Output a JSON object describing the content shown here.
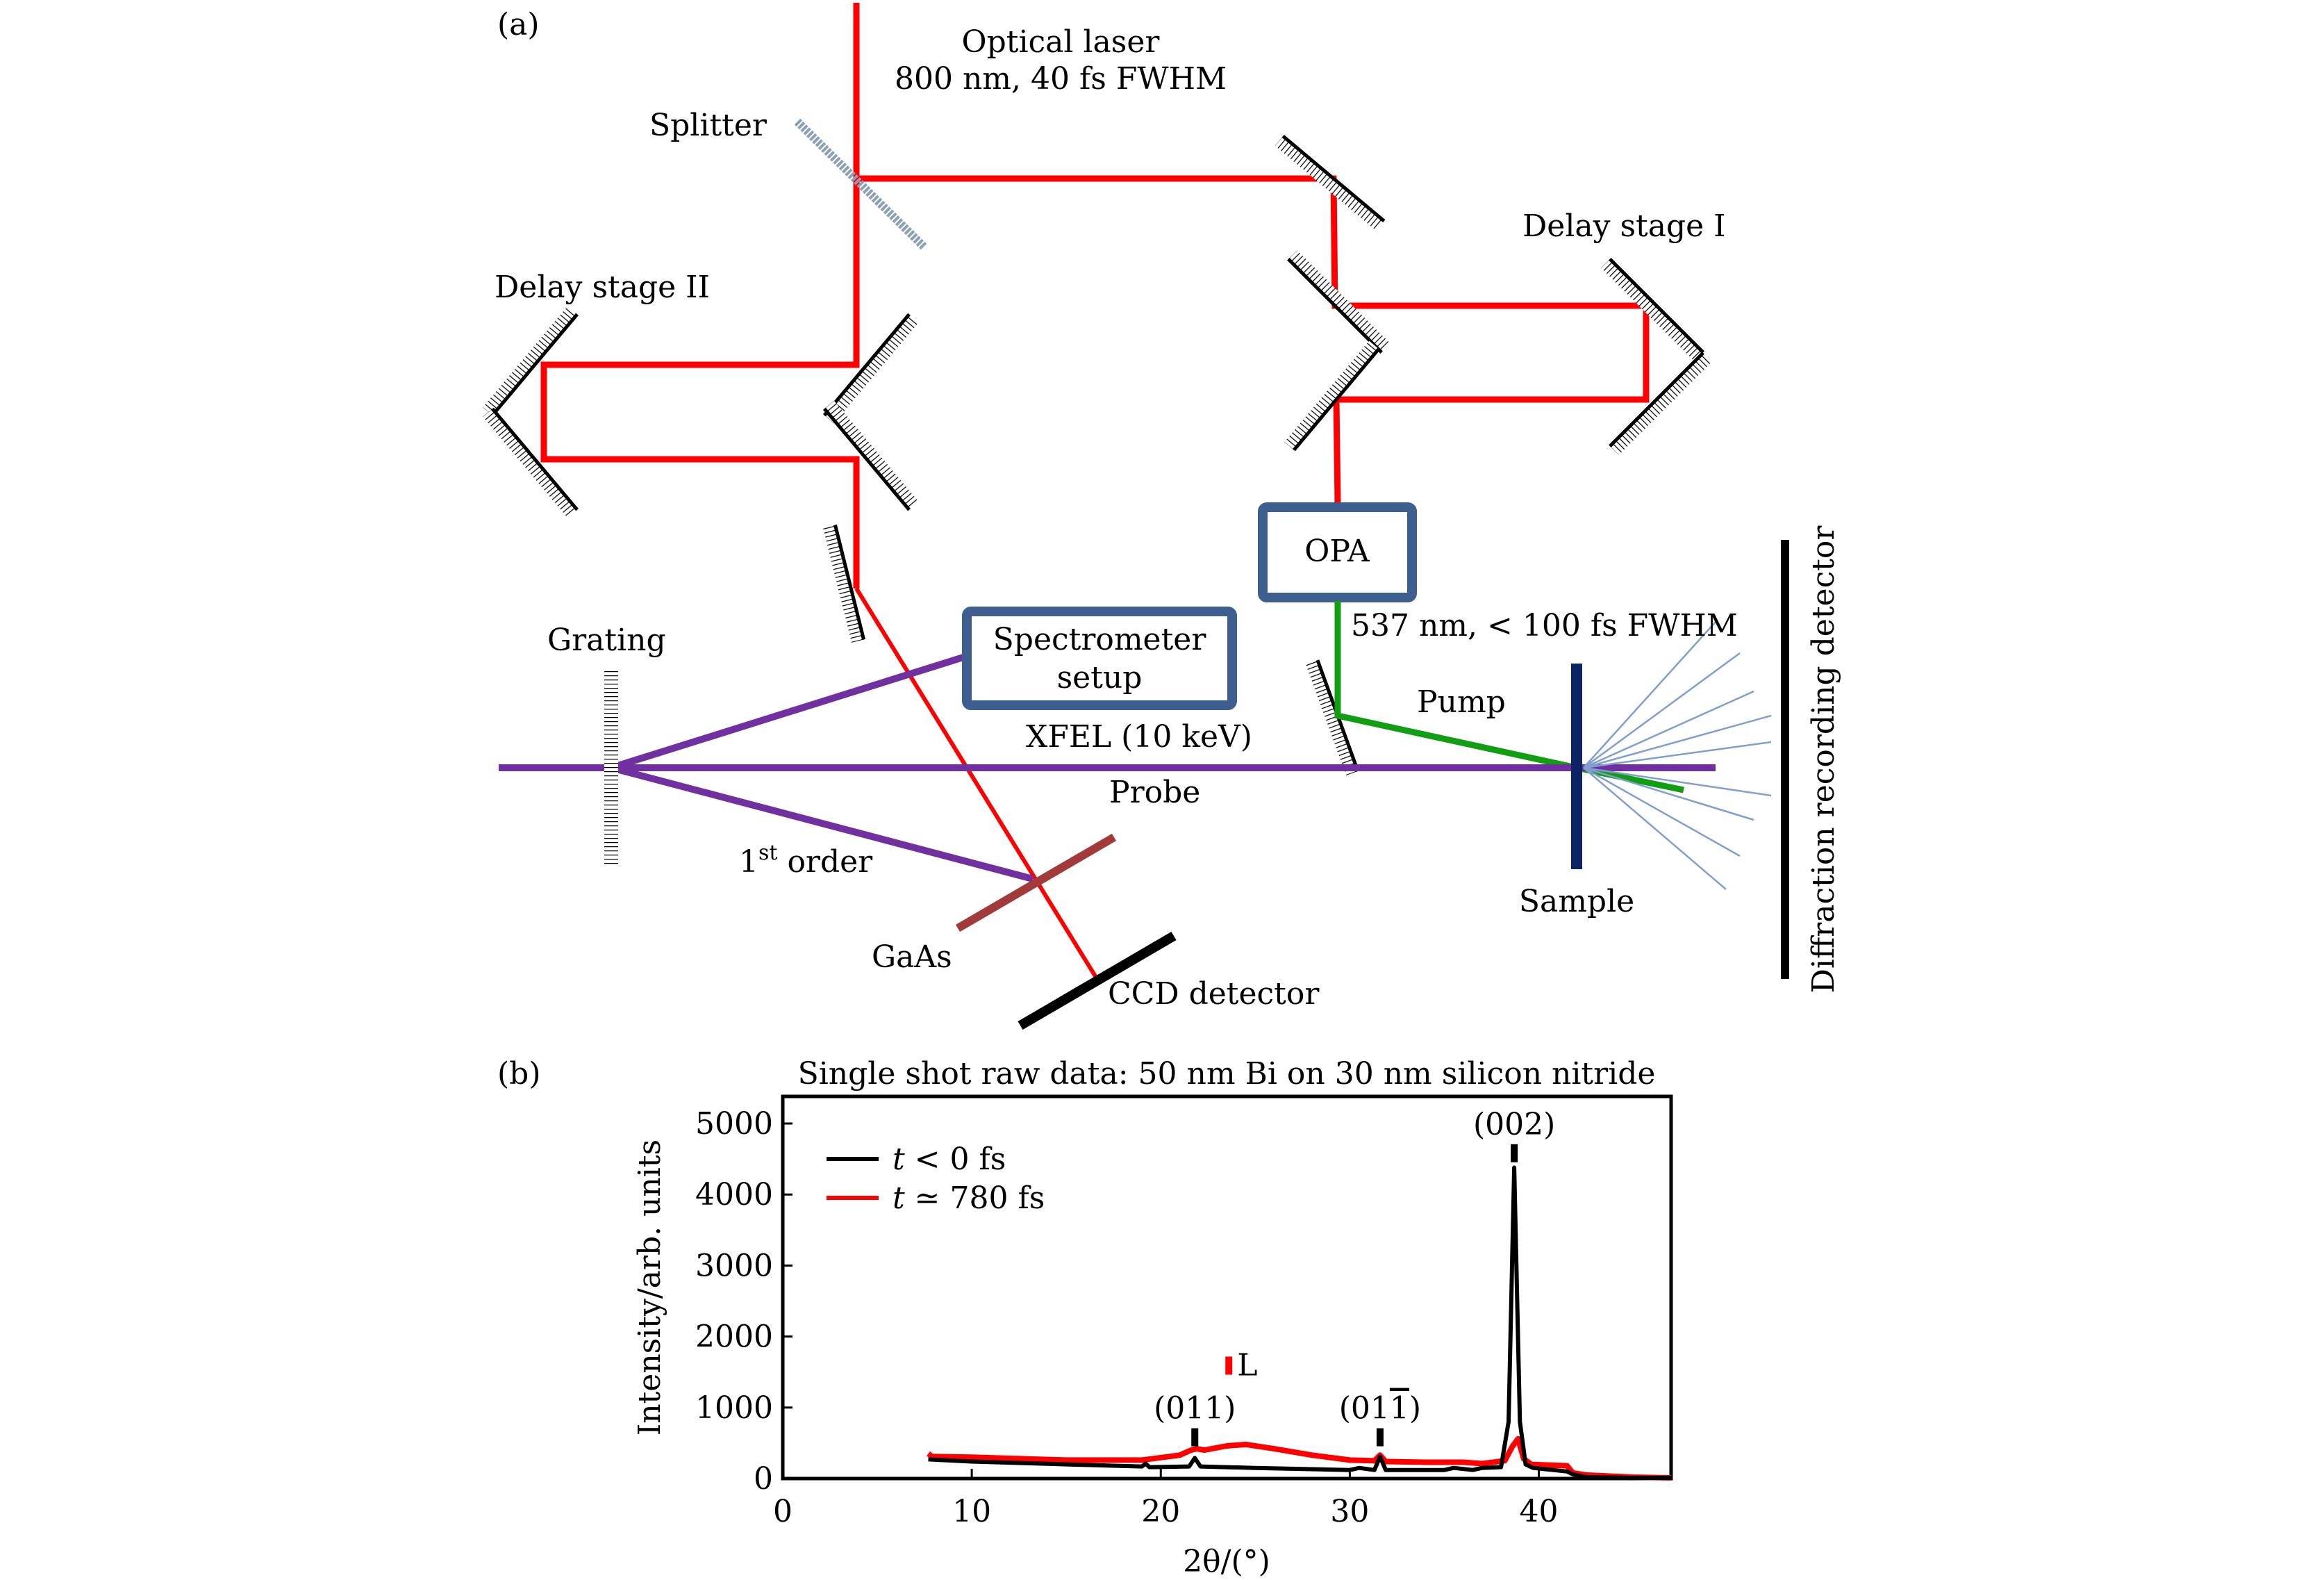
{
  "panel_a": {
    "panel_label": "(a)",
    "labels": {
      "optical_laser_line1": "Optical laser",
      "optical_laser_line2": "800 nm, 40 fs FWHM",
      "splitter": "Splitter",
      "delay_stage_1": "Delay stage I",
      "delay_stage_2": "Delay stage II",
      "opa": "OPA",
      "opa_output": "537 nm, < 100 fs FWHM",
      "pump": "Pump",
      "grating": "Grating",
      "spectrometer_line1": "Spectrometer",
      "spectrometer_line2": "setup",
      "xfel": "XFEL (10 keV)",
      "probe": "Probe",
      "first_order_num": "1",
      "first_order_sup": "st",
      "first_order_text": " order",
      "gaas": "GaAs",
      "ccd": "CCD detector",
      "sample": "Sample",
      "detector": "Diffraction recording detector"
    },
    "colors": {
      "optical_beam": "#ff0000",
      "pump_beam": "#129e12",
      "xfel_beam": "#7030a0",
      "box_border": "#3d5f8f",
      "sample": "#0c2462",
      "gaas": "#a33a3a",
      "splitter": "#8aa0b6",
      "diffraction_rays": "#7f9fcf"
    }
  },
  "chart_data": {
    "type": "line",
    "panel_label": "(b)",
    "title": "Single shot raw data: 50 nm Bi on 30 nm silicon nitride",
    "xlabel": "2θ/(°)",
    "ylabel": "Intensity/arb. units",
    "xlim": [
      0,
      47
    ],
    "ylim": [
      0,
      5300
    ],
    "xticks": [
      0,
      10,
      20,
      30,
      40
    ],
    "yticks": [
      0,
      1000,
      2000,
      3000,
      4000,
      5000
    ],
    "legend_position": "top-left",
    "series": [
      {
        "name": "t < 0 fs",
        "name_italic": "t",
        "name_rest": " < 0 fs",
        "color": "#000000",
        "x": [
          7.7,
          10,
          15,
          19,
          19.2,
          19.4,
          21.5,
          21.8,
          22.1,
          25,
          30,
          30.5,
          31.3,
          31.6,
          31.9,
          35,
          35.5,
          36.5,
          37,
          38,
          38.4,
          38.7,
          39.0,
          39.3,
          39.7,
          41.5,
          41.8,
          42.5,
          45,
          47
        ],
        "y": [
          270,
          240,
          200,
          170,
          210,
          160,
          170,
          290,
          170,
          150,
          120,
          150,
          120,
          310,
          120,
          120,
          150,
          120,
          150,
          160,
          800,
          4380,
          800,
          200,
          150,
          100,
          60,
          20,
          10,
          10
        ]
      },
      {
        "name": "t ≃ 780 fs",
        "name_italic": "t",
        "name_rest": " ≃ 780 fs",
        "color": "#ff0000",
        "x": [
          7.7,
          7.9,
          10,
          15,
          19,
          21,
          21.6,
          21.9,
          22.3,
          23.5,
          24.5,
          26,
          28,
          30,
          31.3,
          31.6,
          31.9,
          34,
          36,
          37,
          38.2,
          38.6,
          38.9,
          39.2,
          39.6,
          41.5,
          41.8,
          42.5,
          45,
          47
        ],
        "y": [
          350,
          310,
          300,
          260,
          260,
          330,
          400,
          420,
          400,
          460,
          480,
          420,
          330,
          260,
          250,
          330,
          240,
          230,
          230,
          210,
          250,
          450,
          560,
          280,
          200,
          180,
          80,
          50,
          20,
          10
        ]
      }
    ],
    "annotations": [
      {
        "text": "(002)",
        "x": 38.7,
        "y": 4650,
        "marker_color": "#000000"
      },
      {
        "text": "(011)",
        "x": 21.8,
        "y": 650,
        "marker_color": "#000000"
      },
      {
        "text": "(01",
        "bar_text": "1",
        "close": ")",
        "x": 31.6,
        "y": 650,
        "marker_color": "#000000"
      },
      {
        "text": "L",
        "x": 23.6,
        "y": 1600,
        "marker_color": "#ff0000"
      }
    ]
  }
}
